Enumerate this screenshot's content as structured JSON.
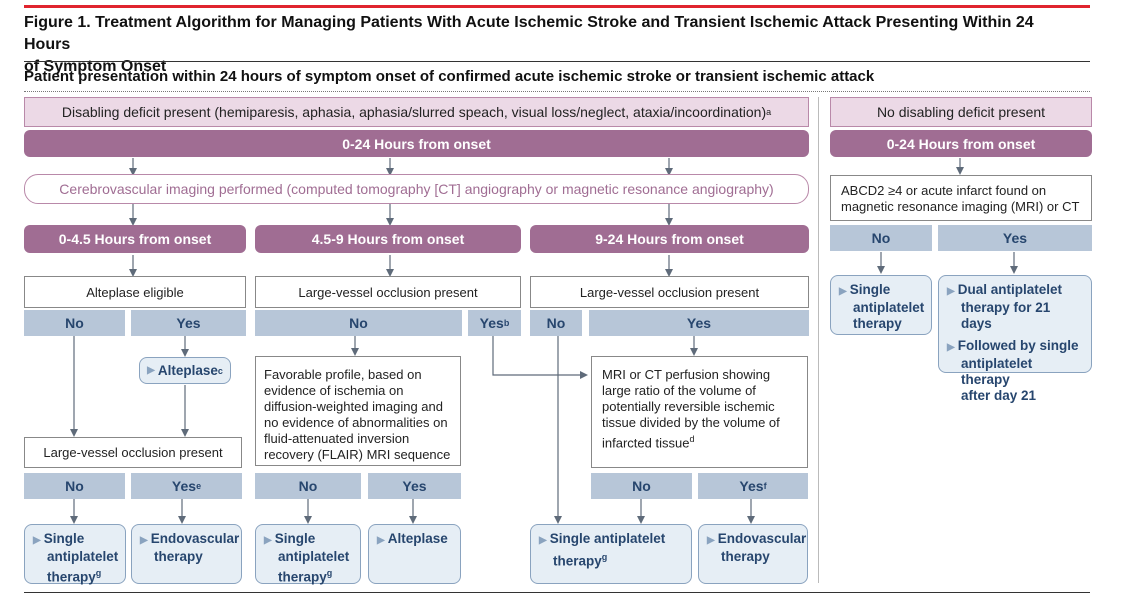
{
  "figure": {
    "title_line1": "Figure 1. Treatment Algorithm for Managing Patients With Acute Ischemic Stroke and Transient Ischemic Attack Presenting Within 24 Hours",
    "title_line2": "of Symptom Onset",
    "subtitle": "Patient presentation within 24 hours of symptom onset of confirmed acute ischemic stroke or transient ischemic attack"
  },
  "disabling": {
    "header": "Disabling deficit present (hemiparesis, aphasia, aphasia/slurred speach, visual loss/neglect, ataxia/incoordination)",
    "header_sup": "a",
    "onset_bar": "0-24 Hours from onset",
    "imaging": "Cerebrovascular imaging performed (computed tomography [CT] angiography or magnetic resonance angiography)",
    "col1": {
      "header": "0-4.5 Hours from onset",
      "question": "Alteplase eligible",
      "no": "No",
      "yes": "Yes",
      "alteplase": "Alteplase",
      "alteplase_sup": "c",
      "question2": "Large-vessel occlusion present",
      "no2": "No",
      "yes2": "Yes",
      "yes2_sup": "e",
      "outcome_left": [
        "Single",
        "antiplatelet",
        "therapy"
      ],
      "outcome_left_sup": "g",
      "outcome_right": [
        "Endovascular",
        "therapy"
      ]
    },
    "col2": {
      "header": "4.5-9 Hours from onset",
      "question": "Large-vessel occlusion present",
      "no": "No",
      "yes": "Yes",
      "yes_sup": "b",
      "profile": [
        "Favorable profile, based on",
        "evidence of ischemia on",
        "diffusion-weighted imaging and",
        "no evidence of abnormalities on",
        "fluid-attenuated inversion",
        "recovery (FLAIR) MRI sequence"
      ],
      "no2": "No",
      "yes2": "Yes",
      "outcome_left": [
        "Single",
        "antiplatelet",
        "therapy"
      ],
      "outcome_left_sup": "g",
      "outcome_right": "Alteplase"
    },
    "col3": {
      "header": "9-24 Hours from onset",
      "question": "Large-vessel occlusion present",
      "no": "No",
      "yes": "Yes",
      "perfusion": [
        "MRI or CT perfusion showing",
        "large ratio of the volume of",
        "potentially reversible ischemic",
        "tissue divided by the volume of",
        "infarcted tissue"
      ],
      "perfusion_sup": "d",
      "no2": "No",
      "yes2": "Yes",
      "yes2_sup": "f",
      "outcome_left": [
        "Single antiplatelet",
        "therapy"
      ],
      "outcome_left_sup": "g",
      "outcome_right": [
        "Endovascular",
        "therapy"
      ]
    }
  },
  "nondisabling": {
    "header": "No disabling deficit present",
    "onset_bar": "0-24 Hours from onset",
    "criteria": [
      "ABCD2 ≥4 or acute infarct found on",
      "magnetic resonance imaging (MRI) or CT"
    ],
    "no": "No",
    "yes": "Yes",
    "outcome_no": [
      "Single",
      "antiplatelet",
      "therapy"
    ],
    "outcome_yes_1": [
      "Dual antiplatelet",
      "therapy for 21 days"
    ],
    "outcome_yes_2": [
      "Followed by single",
      "antiplatelet therapy",
      "after day 21"
    ]
  },
  "colors": {
    "accent_red": "#e0242e",
    "mauve": "#a06d93",
    "pink": "#ecd9e6",
    "blue": "#b7c6d8",
    "light_blue": "#e6eef5",
    "navy": "#27466e"
  },
  "icons": [
    "arrow-down-icon",
    "triangle-right-icon"
  ]
}
